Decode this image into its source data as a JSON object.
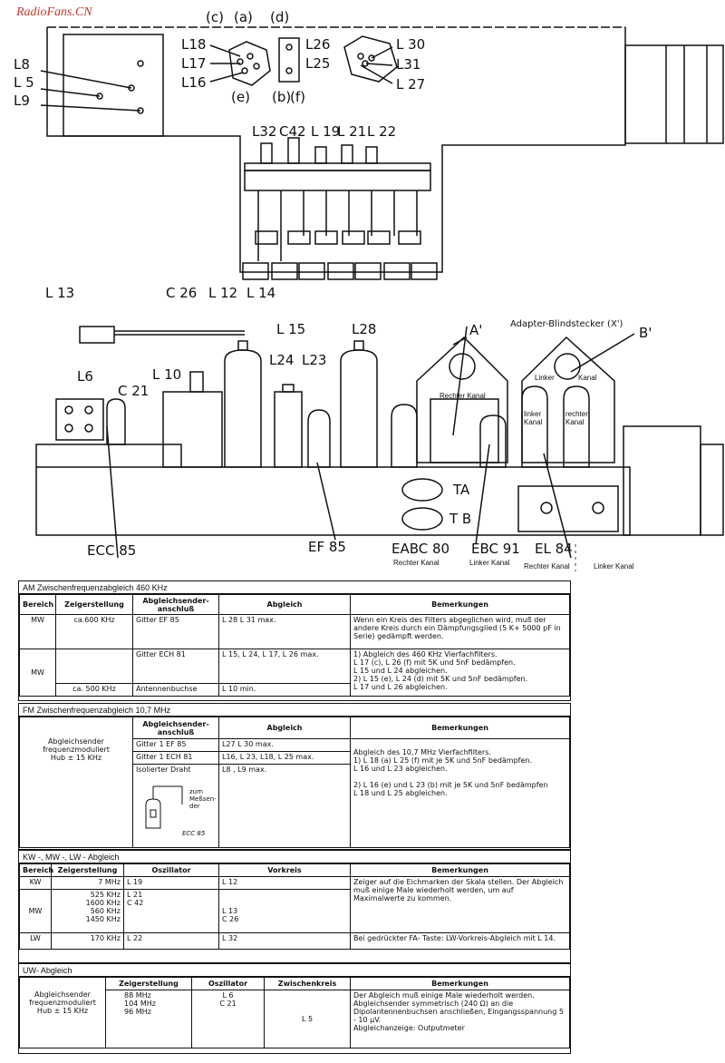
{
  "watermark": "RadioFans.CN",
  "diagram": {
    "top_labels": {
      "c": "(c)",
      "a": "(a)",
      "d": "(d)",
      "e": "(e)",
      "b": "(b)",
      "f": "(f)",
      "L18": "L18",
      "L17": "L17",
      "L16": "L16",
      "L26": "L26",
      "L25": "L25",
      "L30": "L 30",
      "L31": "L31",
      "L27": "L 27",
      "L8": "L8",
      "L5": "L 5",
      "L9": "L9",
      "L32": "L32",
      "C42": "C42",
      "L19": "L 19",
      "L21": "L 21",
      "L22": "L 22"
    },
    "lower_labels": {
      "L13": "L 13",
      "C26": "C 26",
      "L12": "L 12",
      "L14": "L 14",
      "L15": "L 15",
      "L28": "L28",
      "L24": "L24",
      "L23": "L23",
      "L10": "L 10",
      "L6": "L6",
      "C21": "C 21",
      "A": "A'",
      "B": "B'",
      "adapter": "Adapter-Blindstecker (X')",
      "rechter_kanal_top": "Rechter Kanal",
      "linker_top": "Linker",
      "kanal_top": "Kanal",
      "linker_kanal_tube": "linker Kanal",
      "rechter_kanal_tube": "rechter Kanal",
      "TA": "TA",
      "TB": "T B",
      "ECC85": "ECC 85",
      "EF85": "EF 85",
      "EABC80": "EABC 80",
      "EBC91": "EBC 91",
      "EL84": "EL 84",
      "cap_rechter1": "Rechter Kanal",
      "cap_linker1": "Linker Kanal",
      "cap_rechter2": "Rechter Kanal",
      "cap_linker2": "Linker Kanal"
    }
  },
  "am": {
    "title": "AM  Zwischenfrequenzabgleich   460 KHz",
    "headers": [
      "Bereich",
      "Zeigerstellung",
      "Abgleichsender-anschluß",
      "Abgleich",
      "Bemerkungen"
    ],
    "rows": [
      {
        "bereich": "MW",
        "zeiger": "ca.600 KHz",
        "anschluss": "Gitter  EF  85",
        "abgleich": "L 28          L 31  max.",
        "bem": "Wenn ein Kreis des Filters abgeglichen wird, muß der andere Kreis durch ein Dämpfungsglied (5 K+ 5000 pF in Serie) gedämpft werden."
      },
      {
        "bereich": "MW",
        "zeiger": "",
        "anschluss": "Gitter  ECH 81",
        "abgleich": "L 15, L 24, L 17, L 26  max.",
        "bem": "1) Abgleich des 460 KHz Vierfachfilters.\nL 17 (c), L 26 (f) mit 5K und 5nF bedämpfen.\nL 15 und L 24 abgleichen.\n2) L 15 (e), L 24 (d) mit 5K und 5nF bedämpfen.\nL 17 und L 26 abgleichen."
      },
      {
        "bereich": "",
        "zeiger": "ca. 500 KHz",
        "anschluss": "Antennenbuchse",
        "abgleich": "L 10               min.",
        "bem": ""
      }
    ]
  },
  "fm": {
    "title": "FM   Zwischenfrequenzabgleich  10,7  MHz",
    "left": "Abgleichsender\nfrequenzmoduliert\nHub ± 15 KHz",
    "headers": [
      "Abgleichsender-anschluß",
      "Abgleich",
      "Bemerkungen"
    ],
    "rows": [
      {
        "anschluss": "Gitter 1  EF 85",
        "abgleich": "L27          L 30      max."
      },
      {
        "anschluss": "Gitter 1  ECH 81",
        "abgleich": "L16, L 23, L18, L 25  max."
      },
      {
        "anschluss": "Isolierter  Draht",
        "abgleich": "L8 , L9                  max."
      }
    ],
    "probe": "zum\nMeßsen-\nder",
    "probe_tube": "ECC 85",
    "bem": "Abgleich des 10,7 MHz Vierfachfilters.\n1) L 18 (a) L 25 (f) mit je 5K und 5nF bedämpfen.\nL 16 und L 23 abgleichen.\n\n2) L 16 (e) und L 23 (b) mit je 5K und 5nF bedämpfen\nL 18 und L 25 abgleichen."
  },
  "kml": {
    "title": "KW -, MW -, LW -   Abgleich",
    "headers": [
      "Bereich",
      "Zeigerstellung",
      "Oszillator",
      "Vorkreis",
      "Bemerkungen"
    ],
    "rows": [
      {
        "bereich": "KW",
        "zeiger": "7  MHz",
        "osz": "L  19",
        "vork": "L 12",
        "bem": "Zeiger auf die Eichmarken der Skala stellen. Der Abgleich muß einige Male wiederholt werden, um auf Maximalwerte zu kommen."
      },
      {
        "bereich": "MW",
        "zeiger": "525  KHz\n1600  KHz\n560  KHz\n1450  KHz",
        "osz": "L  21\nC  42",
        "vork": "\n\nL 13\nC 26",
        "bem": ""
      },
      {
        "bereich": "LW",
        "zeiger": "170  KHz",
        "osz": "L  22",
        "vork": "L 32",
        "bem": "Bei gedrückter FA- Taste: LW-Vorkreis-Abgleich mit L 14."
      }
    ]
  },
  "uw": {
    "title": "UW- Abgleich",
    "left": "Abgleichsender\nfrequenzmoduliert\nHub ± 15 KHz",
    "headers": [
      "Zeigerstellung",
      "Oszillator",
      "Zwischenkreis",
      "Bemerkungen"
    ],
    "zeiger": "88   MHz\n104   MHz\n96   MHz",
    "osz": "L 6\nC 21",
    "zwk": "L  5",
    "bem": "Der Abgleich muß einige Male wiederholt werden. Abgleichsender symmetrisch (240 Ω) an die Dipolantennenbuchsen anschließen, Eingangsspannung 5 - 10 µV.\nAbgleichanzeige: Outputmeter"
  }
}
